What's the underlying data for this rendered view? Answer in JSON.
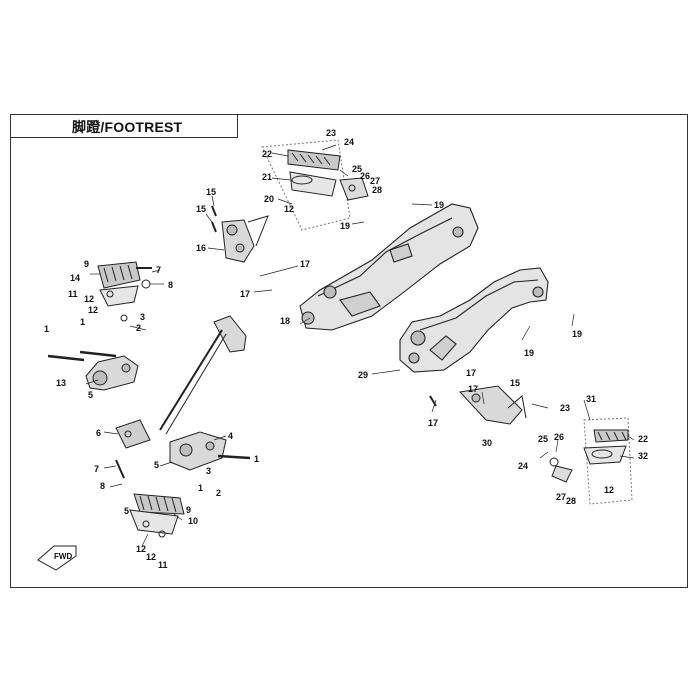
{
  "title": "脚蹬/FOOTREST",
  "direction_marker": "FWD",
  "callouts": {
    "c1a": "1",
    "c1b": "1",
    "c1c": "1",
    "c1d": "1",
    "c2a": "2",
    "c2b": "2",
    "c3a": "3",
    "c3b": "3",
    "c4": "4",
    "c5a": "5",
    "c5b": "5",
    "c5c": "5",
    "c6": "6",
    "c7a": "7",
    "c7b": "7",
    "c8a": "8",
    "c8b": "8",
    "c9a": "9",
    "c9b": "9",
    "c10": "10",
    "c11a": "11",
    "c11b": "11",
    "c12a": "12",
    "c12b": "12",
    "c12c": "12",
    "c12d": "12",
    "c12e": "12",
    "c12f": "12",
    "c13": "13",
    "c14": "14",
    "c15a": "15",
    "c15b": "15",
    "c15c": "15",
    "c16": "16",
    "c17a": "17",
    "c17b": "17",
    "c17c": "17",
    "c17d": "17",
    "c18": "18",
    "c19a": "19",
    "c19b": "19",
    "c19c": "19",
    "c19d": "19",
    "c20": "20",
    "c21": "21",
    "c22a": "22",
    "c22b": "22",
    "c23a": "23",
    "c23b": "23",
    "c24a": "24",
    "c24b": "24",
    "c25a": "25",
    "c25b": "25",
    "c26a": "26",
    "c26b": "26",
    "c27a": "27",
    "c27b": "27",
    "c28a": "28",
    "c28b": "28",
    "c29": "29",
    "c30": "30",
    "c31": "31",
    "c32": "32"
  }
}
